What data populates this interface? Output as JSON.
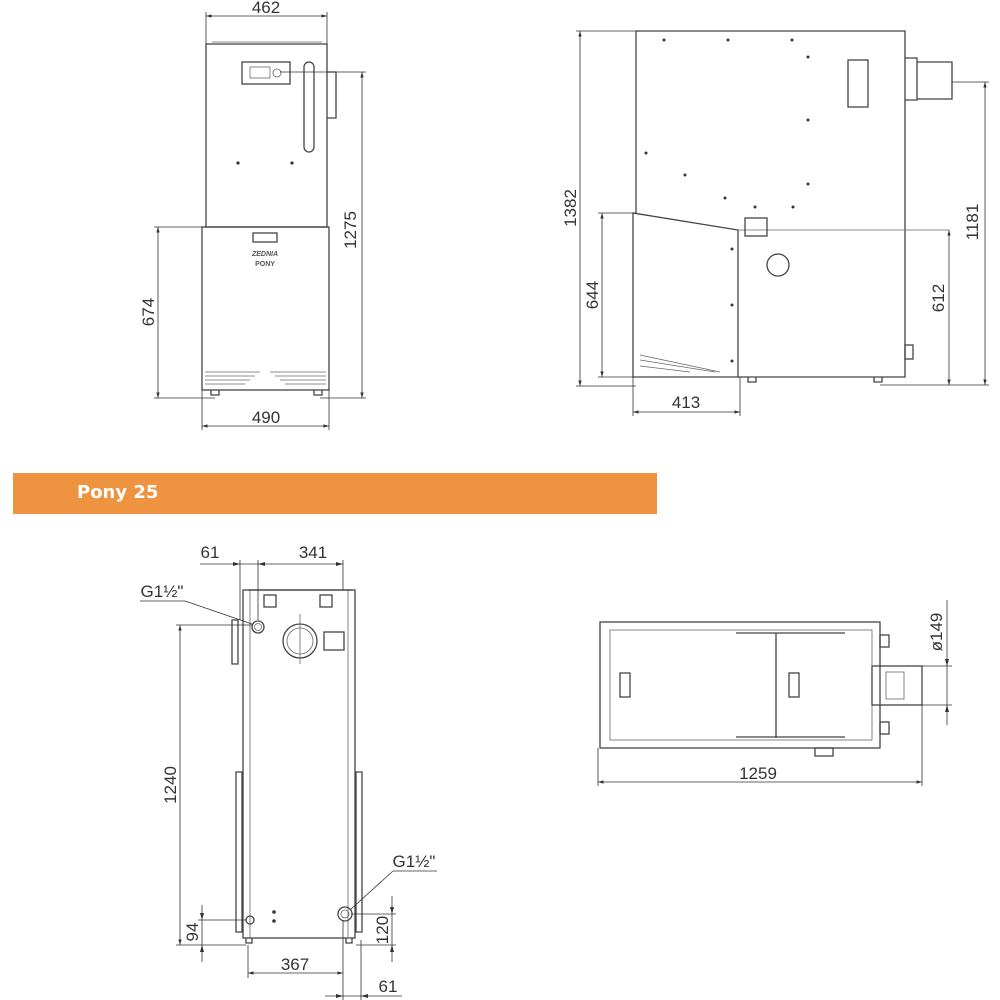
{
  "section_title": "Pony 25",
  "banner_color": "#EE9440",
  "front_view": {
    "logo_text": "ZEDNIA",
    "model_text": "PONY",
    "dims": {
      "width_top": "462",
      "height_lower": "674",
      "height_total": "1275",
      "width_bottom": "490"
    }
  },
  "side_view": {
    "dims": {
      "height_total": "1382",
      "height_front": "644",
      "depth_front": "413",
      "height_burner": "1181",
      "height_junction": "612"
    }
  },
  "rear_view": {
    "connection_top": "G1½\"",
    "connection_bottom": "G1½\"",
    "dims": {
      "offset_top": "61",
      "width_top": "341",
      "height": "1240",
      "bottom_left": "94",
      "bottom_right": "120",
      "width_bottom": "367",
      "offset_bottom": "61"
    }
  },
  "top_view": {
    "dims": {
      "flue_diameter": "ø149",
      "length": "1259"
    }
  }
}
